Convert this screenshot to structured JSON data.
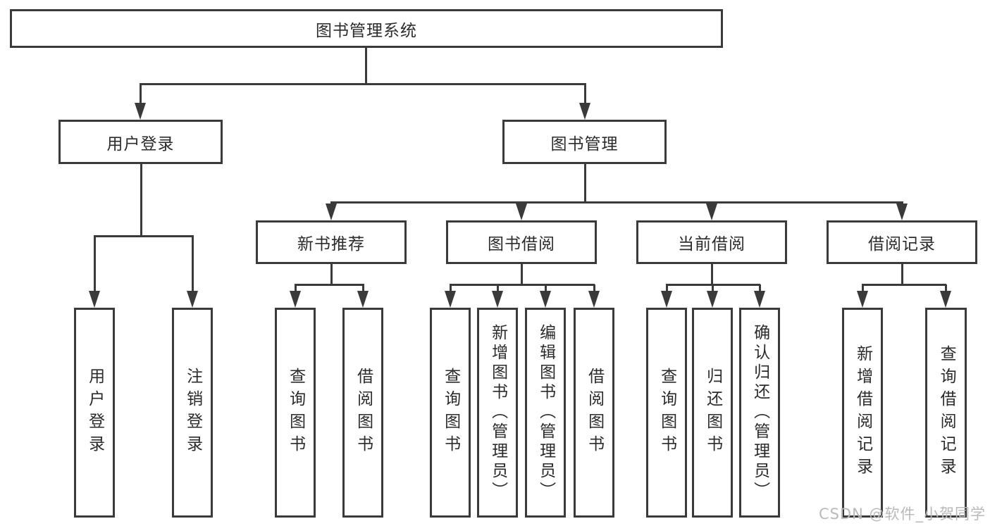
{
  "diagram_type": "functional-structure-tree",
  "tree": {
    "label": "图书管理系统",
    "children": [
      {
        "label": "用户登录",
        "children": [
          {
            "label": "用户登录"
          },
          {
            "label": "注销登录"
          }
        ]
      },
      {
        "label": "图书管理",
        "children": [
          {
            "label": "新书推荐",
            "children": [
              {
                "label": "查询图书"
              },
              {
                "label": "借阅图书"
              }
            ]
          },
          {
            "label": "图书借阅",
            "children": [
              {
                "label": "查询图书"
              },
              {
                "label": "新增图书（管理员）"
              },
              {
                "label": "编辑图书（管理员）"
              },
              {
                "label": "借阅图书"
              }
            ]
          },
          {
            "label": "当前借阅",
            "children": [
              {
                "label": "查询图书"
              },
              {
                "label": "归还图书"
              },
              {
                "label": "确认归还（管理员）"
              }
            ]
          },
          {
            "label": "借阅记录",
            "children": [
              {
                "label": "新增借阅记录"
              },
              {
                "label": "查询借阅记录"
              }
            ]
          }
        ]
      }
    ]
  },
  "watermark": {
    "text": "CSDN @软件_小贺同学"
  },
  "colors": {
    "line": "#3a3a3a",
    "text": "#2b2b2b",
    "background": "#ffffff",
    "watermark": "#b9b9b9"
  }
}
